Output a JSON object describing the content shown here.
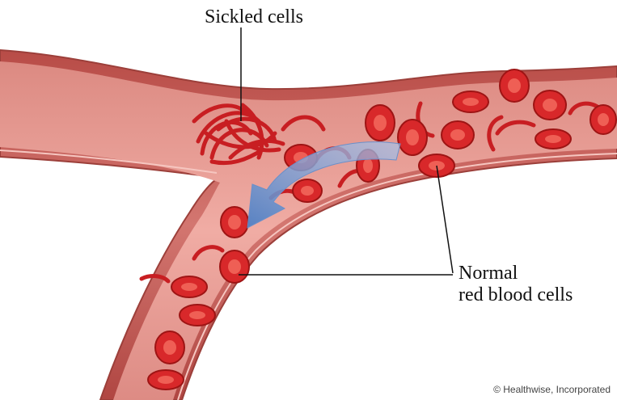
{
  "labels": {
    "sickled": "Sickled cells",
    "normal_line1": "Normal",
    "normal_line2": "red blood cells"
  },
  "credit": "© Healthwise, Incorporated",
  "colors": {
    "vessel_wall": "#c9605a",
    "vessel_inner": "#e79a92",
    "vessel_edge": "#9c3f3a",
    "cell_fill": "#d8282a",
    "cell_dark": "#9e1414",
    "cell_center": "#ef5f55",
    "arrow": "#7ea2d6"
  }
}
